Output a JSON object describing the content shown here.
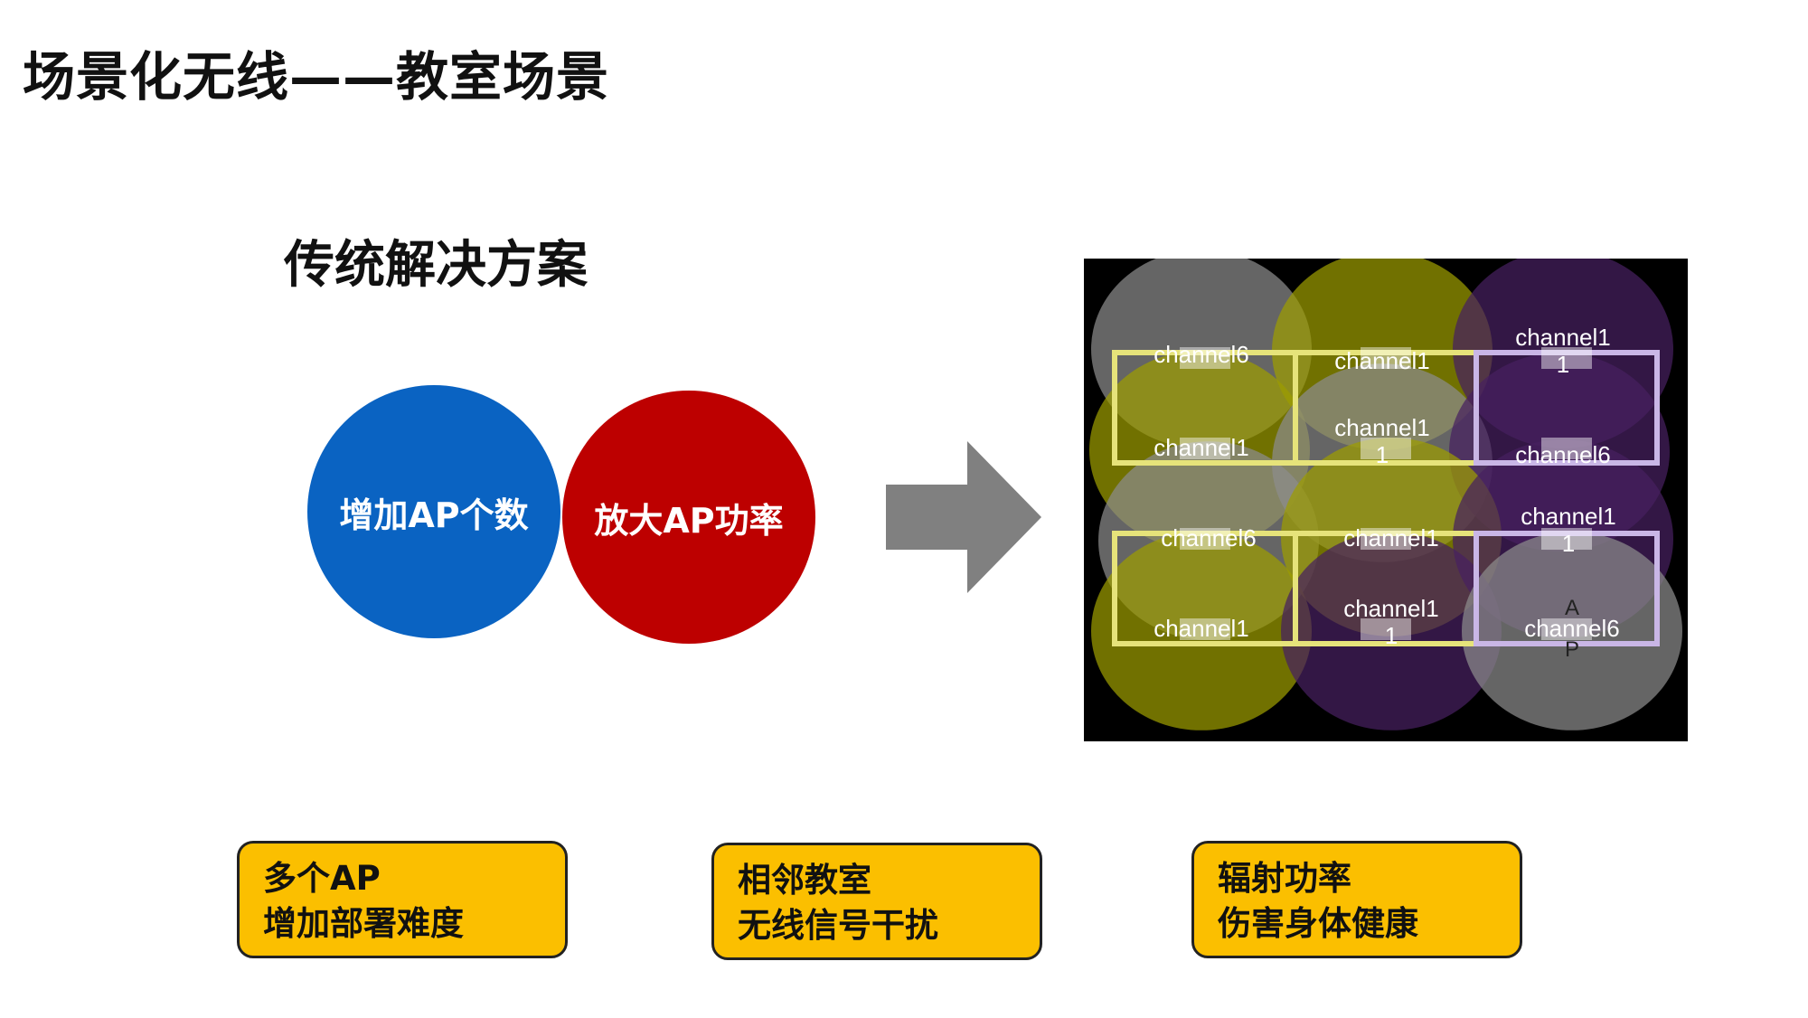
{
  "page": {
    "title": "场景化无线——教室场景",
    "subtitle": "传统解决方案"
  },
  "methods": {
    "add_ap": "增加AP个数",
    "boost_power": "放大AP功率"
  },
  "coverage_map": {
    "circle_labels": [
      "channel6",
      "channel1",
      "channel1\n1",
      "channel1",
      "channel1\n1",
      "channel6",
      "channel6",
      "channel1",
      "channel1\n1",
      "channel1",
      "channel1\n1",
      "channel6"
    ],
    "ap_label_top": "A",
    "ap_label_bottom": "P"
  },
  "notes": [
    {
      "line1": "多个AP",
      "line2": "增加部署难度"
    },
    {
      "line1": "相邻教室",
      "line2": "无线信号干扰"
    },
    {
      "line1": "辐射功率",
      "line2": "伤害身体健康"
    }
  ],
  "colors": {
    "blue": "#0a63c2",
    "red": "#bd0000",
    "note_bg": "#fbbf00",
    "arrow": "#808080",
    "gray_circle": "#8c8c8c",
    "olive_circle": "#9d9c00",
    "purple_circle": "#47205f"
  }
}
